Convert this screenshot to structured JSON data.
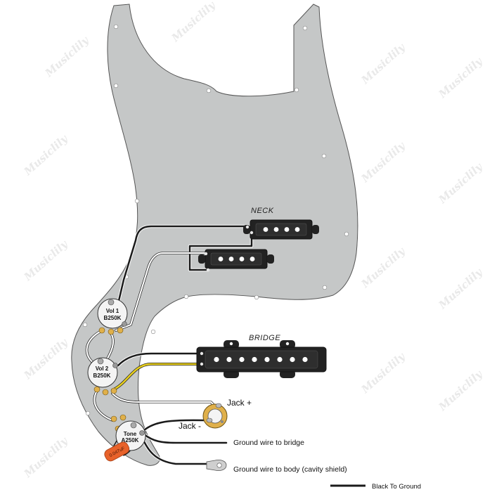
{
  "pickups": {
    "neck": {
      "name": "NECK"
    },
    "bridge": {
      "name": "BRIDGE"
    }
  },
  "controls": {
    "vol1": {
      "line1": "Vol 1",
      "line2": "B250K"
    },
    "vol2": {
      "line1": "Vol 2",
      "line2": "B250K"
    },
    "tone": {
      "line1": "Tone",
      "line2": "A250K"
    },
    "capacitor": {
      "value": "0.047uF"
    }
  },
  "jack": {
    "plus_label": "Jack +",
    "minus_label": "Jack -"
  },
  "ground": {
    "bridge_label": "Ground wire to bridge",
    "body_label": "Ground wire to body (cavity shield)"
  },
  "legend": {
    "black_label": "Black To Ground"
  },
  "watermark": {
    "text": "Musiclily"
  },
  "colors": {
    "pickguard": "#c5c7c7",
    "wire_black": "#1a1a1a",
    "wire_white": "#ffffff",
    "wire_yellow": "#e8cf1e",
    "capacitor": "#e8622a",
    "jack_gold": "#e0b04a"
  }
}
